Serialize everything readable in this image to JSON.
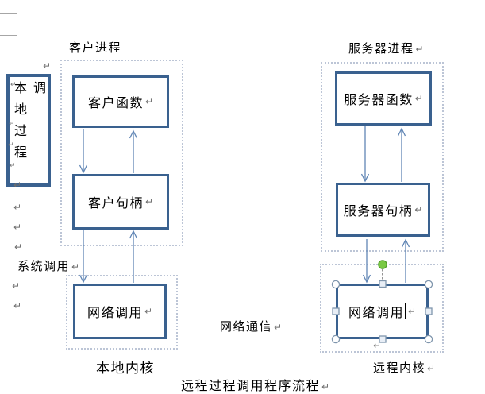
{
  "diagram": {
    "caption": "远程过程调用程序流程",
    "client": {
      "process_label": "客户进程",
      "function_box": "客户函数",
      "handle_box": "客户句柄",
      "network_box": "网络调用",
      "kernel_label": "本地内核"
    },
    "server": {
      "process_label": "服务器进程",
      "function_box": "服务器函数",
      "handle_box": "服务器句柄",
      "network_box": "网络调用",
      "kernel_label": "远程内核"
    },
    "left_margin": {
      "vertical_box_text": "本地过程调",
      "system_call_label": "系统调用"
    },
    "middle": {
      "network_comm_label": "网络通信"
    }
  },
  "glyphs": {
    "pilcrow": "↵"
  },
  "colors": {
    "box_border": "#3a618f",
    "arrow": "#6186b5",
    "dotted_border": "#bcc5d6",
    "rotate_handle_fill": "#79c944",
    "rotate_handle_stroke": "#4e9a28",
    "selection_handle_stroke": "#8096ad"
  }
}
